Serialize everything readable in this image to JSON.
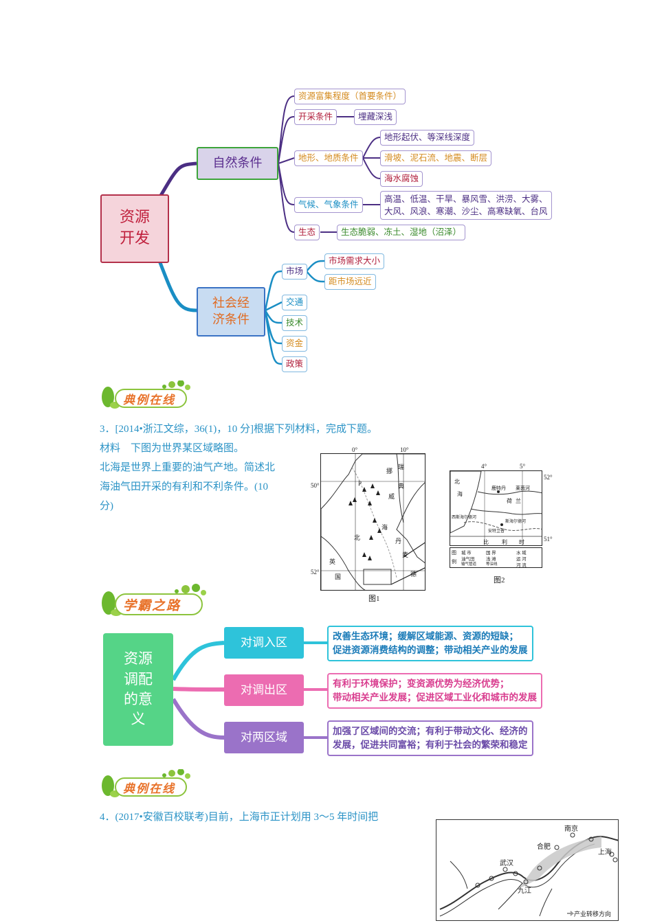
{
  "mindmap1": {
    "root": "资源\n开发",
    "natural": {
      "label": "自然条件",
      "items": {
        "resource": "资源富集程度（首要条件）",
        "mining": "开采条件",
        "mining_sub": "埋藏深浅",
        "terrain": "地形、地质条件",
        "terrain_sub": [
          "地形起伏、等深线深度",
          "滑坡、泥石流、地震、断层",
          "海水腐蚀"
        ],
        "climate": "气候、气象条件",
        "climate_sub_1": "高温、低温、干旱、暴风雪、洪涝、大雾、",
        "climate_sub_2": "大风、风浪、寒潮、沙尘、高寒缺氧、台风",
        "eco": "生态",
        "eco_sub": "生态脆弱、冻土、湿地（沼泽）"
      }
    },
    "social": {
      "label": "社会经\n济条件",
      "market": "市场",
      "market_sub": [
        "市场需求大小",
        "距市场远近"
      ],
      "others": [
        "交通",
        "技术",
        "资金",
        "政策"
      ]
    }
  },
  "banner1": "典例在线",
  "q3": {
    "head": "3．[2014•浙江文综，36(1)，10 分]根据下列材料，完成下题。",
    "line2": "材料　下图为世界某区域略图。",
    "body_1": "北海是世界上重要的油气产地。简述北",
    "body_2": "海油气田开采的有利和不利条件。(10",
    "body_3": "分)",
    "fig1": {
      "caption": "图1",
      "lon_labels": [
        "0°",
        "10°"
      ],
      "lat_labels": [
        "50°",
        "52°"
      ],
      "place_names": [
        "挪",
        "威",
        "瑞",
        "典",
        "北",
        "海",
        "英",
        "国",
        "丹",
        "麦",
        "德",
        "P"
      ]
    },
    "fig2": {
      "caption": "图2",
      "lon_labels": [
        "4°",
        "5°"
      ],
      "lat_labels": [
        "52°",
        "51°"
      ],
      "place_names": [
        "北",
        "海",
        "鹿特丹",
        "荷",
        "兰",
        "莱茵河",
        "西斯海尔德河",
        "斯海尔德河",
        "安特卫普",
        "比",
        "利",
        "时"
      ],
      "legend": [
        "图",
        "例",
        "城 市",
        "国 界",
        "水 域",
        "油气田",
        "浅 滩",
        "运 河",
        "输气管道",
        "等深线",
        "河 流"
      ]
    }
  },
  "banner2": "学霸之路",
  "mindmap2": {
    "root": "资源\n调配\n的意\n义",
    "branches": [
      {
        "label": "对调入区",
        "text_1": "改善生态环境；缓解区域能源、资源的短缺；",
        "text_2": "促进资源消费结构的调整；带动相关产业的发展"
      },
      {
        "label": "对调出区",
        "text_1": "有利于环境保护；变资源优势为经济优势；",
        "text_2": "带动相关产业发展；促进区域工业化和城市的发展"
      },
      {
        "label": "对两区域",
        "text_1": "加强了区域间的交流；有利于带动文化、经济的",
        "text_2": "发展，促进共同富裕；有利于社会的繁荣和稳定"
      }
    ]
  },
  "banner3": "典例在线",
  "q4": {
    "head": "4．(2017•安徽百校联考)目前，上海市正计划用 3～5 年时间把",
    "map": {
      "cities": [
        "南京",
        "合肥",
        "上海",
        "武汉",
        "九江"
      ],
      "legend": "产业转移方向"
    }
  },
  "colors": {
    "purple": "#4b2e83",
    "pink_root": "#f5d4db",
    "natural_green": "#3ca43a",
    "natural_fill": "#d9d3ea",
    "social_fill": "#c8dcf2",
    "cyan": "#2ec3da",
    "pink": "#ec6cb1",
    "violet": "#9a73c9",
    "green_root": "#55d487"
  }
}
